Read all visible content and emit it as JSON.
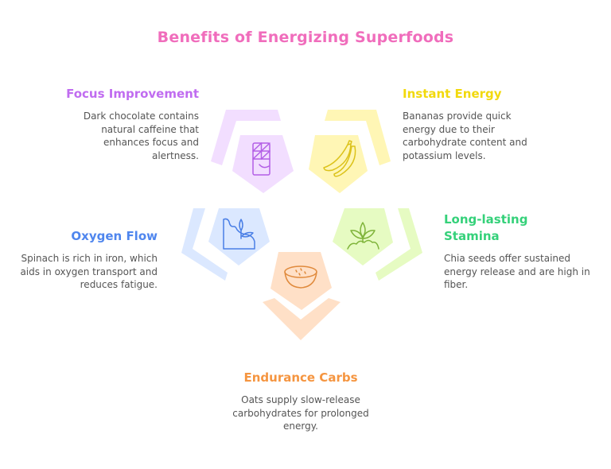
{
  "title": "Benefits of Energizing Superfoods",
  "colors": {
    "title": "#f06dbc",
    "focus": "#c06cf0",
    "energy": "#f2d90c",
    "oxygen": "#4f86ee",
    "stamina": "#35d17a",
    "carbs": "#f59540",
    "body_text": "#555555"
  },
  "items": [
    {
      "id": "focus",
      "heading": "Focus Improvement",
      "description": "Dark chocolate contains natural caffeine that enhances focus and alertness.",
      "icon": "chocolate-bar-icon",
      "fill": "#f2deff",
      "stroke": "#b35fe6"
    },
    {
      "id": "energy",
      "heading": "Instant Energy",
      "description": "Bananas provide quick energy due to their carbohydrate content and potassium levels.",
      "icon": "banana-icon",
      "fill": "#fff6b5",
      "stroke": "#dcc21a"
    },
    {
      "id": "oxygen",
      "heading": "Oxygen Flow",
      "description": "Spinach is rich in iron, which aids in oxygen transport and reduces fatigue.",
      "icon": "spinach-plant-icon",
      "fill": "#dbe8ff",
      "stroke": "#4a7fe6"
    },
    {
      "id": "stamina",
      "heading": "Long-lasting Stamina",
      "description": "Chia seeds offer sustained energy release and are high in fiber.",
      "icon": "sprout-icon",
      "fill": "#e6fbc2",
      "stroke": "#7fb43a"
    },
    {
      "id": "carbs",
      "heading": "Endurance Carbs",
      "description": "Oats supply slow-release carbohydrates for prolonged energy.",
      "icon": "oat-bowl-icon",
      "fill": "#ffe0c7",
      "stroke": "#e08a3c"
    }
  ]
}
